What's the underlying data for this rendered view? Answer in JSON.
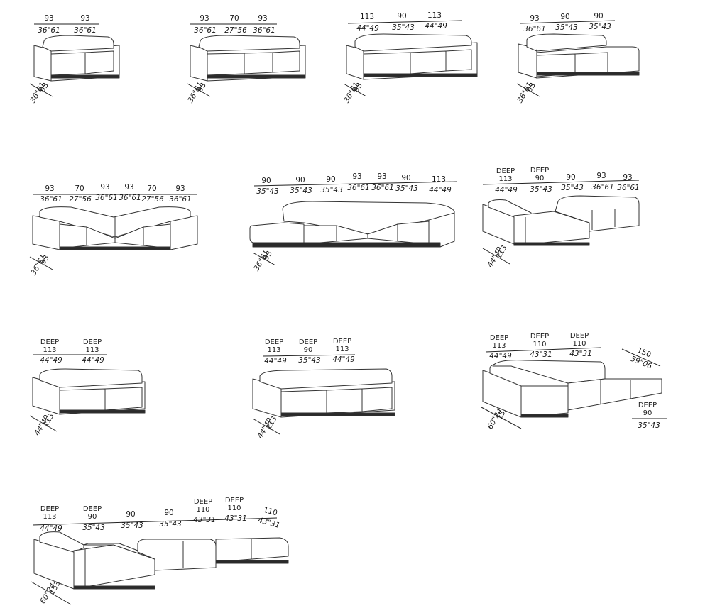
{
  "configurations": [
    {
      "width_labels": [
        [
          "93",
          "36\"61"
        ],
        [
          "93",
          "36\"61"
        ]
      ],
      "depth": [
        "93",
        "36\"61"
      ]
    },
    {
      "width_labels": [
        [
          "93",
          "36\"61"
        ],
        [
          "70",
          "27\"56"
        ],
        [
          "93",
          "36\"61"
        ]
      ],
      "depth": [
        "93",
        "36\"61"
      ]
    },
    {
      "width_labels": [
        [
          "113",
          "44\"49"
        ],
        [
          "90",
          "35\"43"
        ],
        [
          "113",
          "44\"49"
        ]
      ],
      "depth": [
        "93",
        "36\"61"
      ]
    },
    {
      "width_labels": [
        [
          "93",
          "36\"61"
        ],
        [
          "90",
          "35\"43"
        ],
        [
          "90",
          "35\"43"
        ]
      ],
      "depth": [
        "93",
        "36\"61"
      ]
    },
    {
      "width_labels": [
        [
          "93",
          "36\"61"
        ],
        [
          "70",
          "27\"56"
        ],
        [
          "93",
          "36\"61"
        ],
        [
          "93",
          "36\"61"
        ],
        [
          "70",
          "27\"56"
        ],
        [
          "93",
          "36\"61"
        ]
      ],
      "depth": [
        "93",
        "36\"61"
      ]
    },
    {
      "width_labels": [
        [
          "90",
          "35\"43"
        ],
        [
          "90",
          "35\"43"
        ],
        [
          "90",
          "35\"43"
        ],
        [
          "93",
          "36\"61"
        ],
        [
          "93",
          "36\"61"
        ],
        [
          "90",
          "35\"43"
        ],
        [
          "113",
          "44\"49"
        ]
      ],
      "depth": [
        "93",
        "36\"61"
      ]
    },
    {
      "width_labels": [
        [
          "DEEP 113",
          "44\"49"
        ],
        [
          "DEEP 90",
          "35\"43"
        ],
        [
          "90",
          "35\"43"
        ],
        [
          "93",
          "36\"61"
        ],
        [
          "93",
          "36\"61"
        ]
      ],
      "depth": [
        "113",
        "44\"49"
      ]
    },
    {
      "width_labels": [
        [
          "DEEP 113",
          "44\"49"
        ],
        [
          "DEEP 113",
          "44\"49"
        ]
      ],
      "depth": [
        "113",
        "44\"49"
      ]
    },
    {
      "width_labels": [
        [
          "DEEP 113",
          "44\"49"
        ],
        [
          "DEEP 90",
          "35\"43"
        ],
        [
          "DEEP 113",
          "44\"49"
        ]
      ],
      "depth": [
        "113",
        "44\"49"
      ]
    },
    {
      "width_labels": [
        [
          "DEEP 113",
          "44\"49"
        ],
        [
          "DEEP 110",
          "43\"31"
        ],
        [
          "DEEP 110",
          "43\"31"
        ]
      ],
      "depth": [
        "153",
        "60\"24"
      ],
      "chaise_length": [
        "150",
        "59\"06"
      ],
      "chaise_width": [
        "DEEP 90",
        "35\"43"
      ]
    },
    {
      "width_labels": [
        [
          "DEEP 113",
          "44\"49"
        ],
        [
          "DEEP 90",
          "35\"43"
        ],
        [
          "90",
          "35\"43"
        ],
        [
          "90",
          "35\"43"
        ],
        [
          "DEEP 110",
          "43\"31"
        ],
        [
          "DEEP 110",
          "43\"31"
        ],
        [
          "110",
          "43\"31"
        ]
      ],
      "depth": [
        "153",
        "60\"24"
      ]
    }
  ],
  "colors": {
    "line": "#222222",
    "base": "#2a2a2a",
    "background": "#ffffff"
  }
}
